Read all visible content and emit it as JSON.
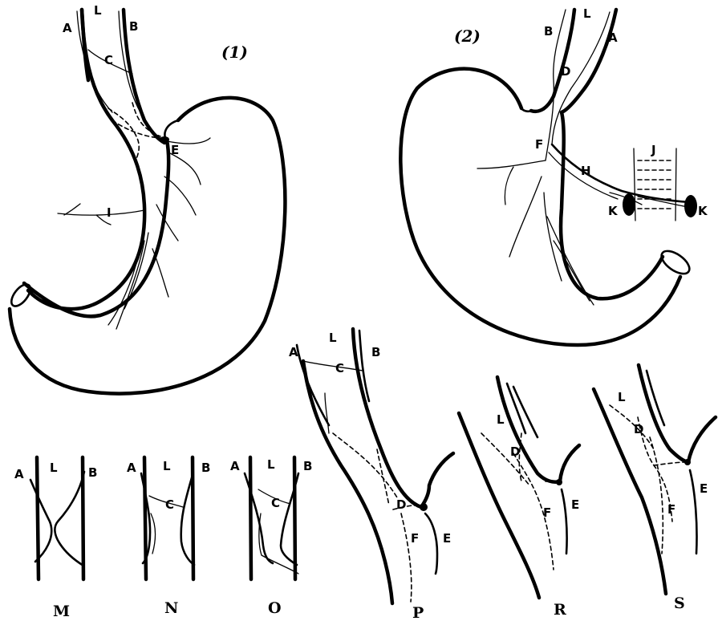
{
  "figure_1": {
    "number": "(1)",
    "labels": {
      "a": "A",
      "b": "B",
      "l": "L",
      "c": "C",
      "e": "E",
      "i": "I"
    }
  },
  "figure_2": {
    "number": "(2)",
    "labels": {
      "a": "A",
      "b": "B",
      "l": "L",
      "d": "D",
      "f": "F",
      "h": "H",
      "j": "J",
      "k_left": "K",
      "k_right": "K"
    }
  },
  "panel_m": {
    "caption": "M",
    "labels": {
      "a": "A",
      "l": "L",
      "b": "B"
    }
  },
  "panel_n": {
    "caption": "N",
    "labels": {
      "a": "A",
      "l": "L",
      "b": "B",
      "c": "C"
    }
  },
  "panel_o": {
    "caption": "O",
    "labels": {
      "a": "A",
      "l": "L",
      "b": "B",
      "c": "C"
    }
  },
  "panel_p": {
    "caption": "P",
    "labels": {
      "a": "A",
      "l": "L",
      "b": "B",
      "c": "C",
      "d": "D",
      "f": "F",
      "e": "E"
    }
  },
  "panel_r": {
    "caption": "R",
    "labels": {
      "l": "L",
      "d": "D",
      "f": "F",
      "e": "E"
    }
  },
  "panel_s": {
    "caption": "S",
    "labels": {
      "l": "L",
      "d": "D",
      "f": "F",
      "e": "E"
    }
  }
}
